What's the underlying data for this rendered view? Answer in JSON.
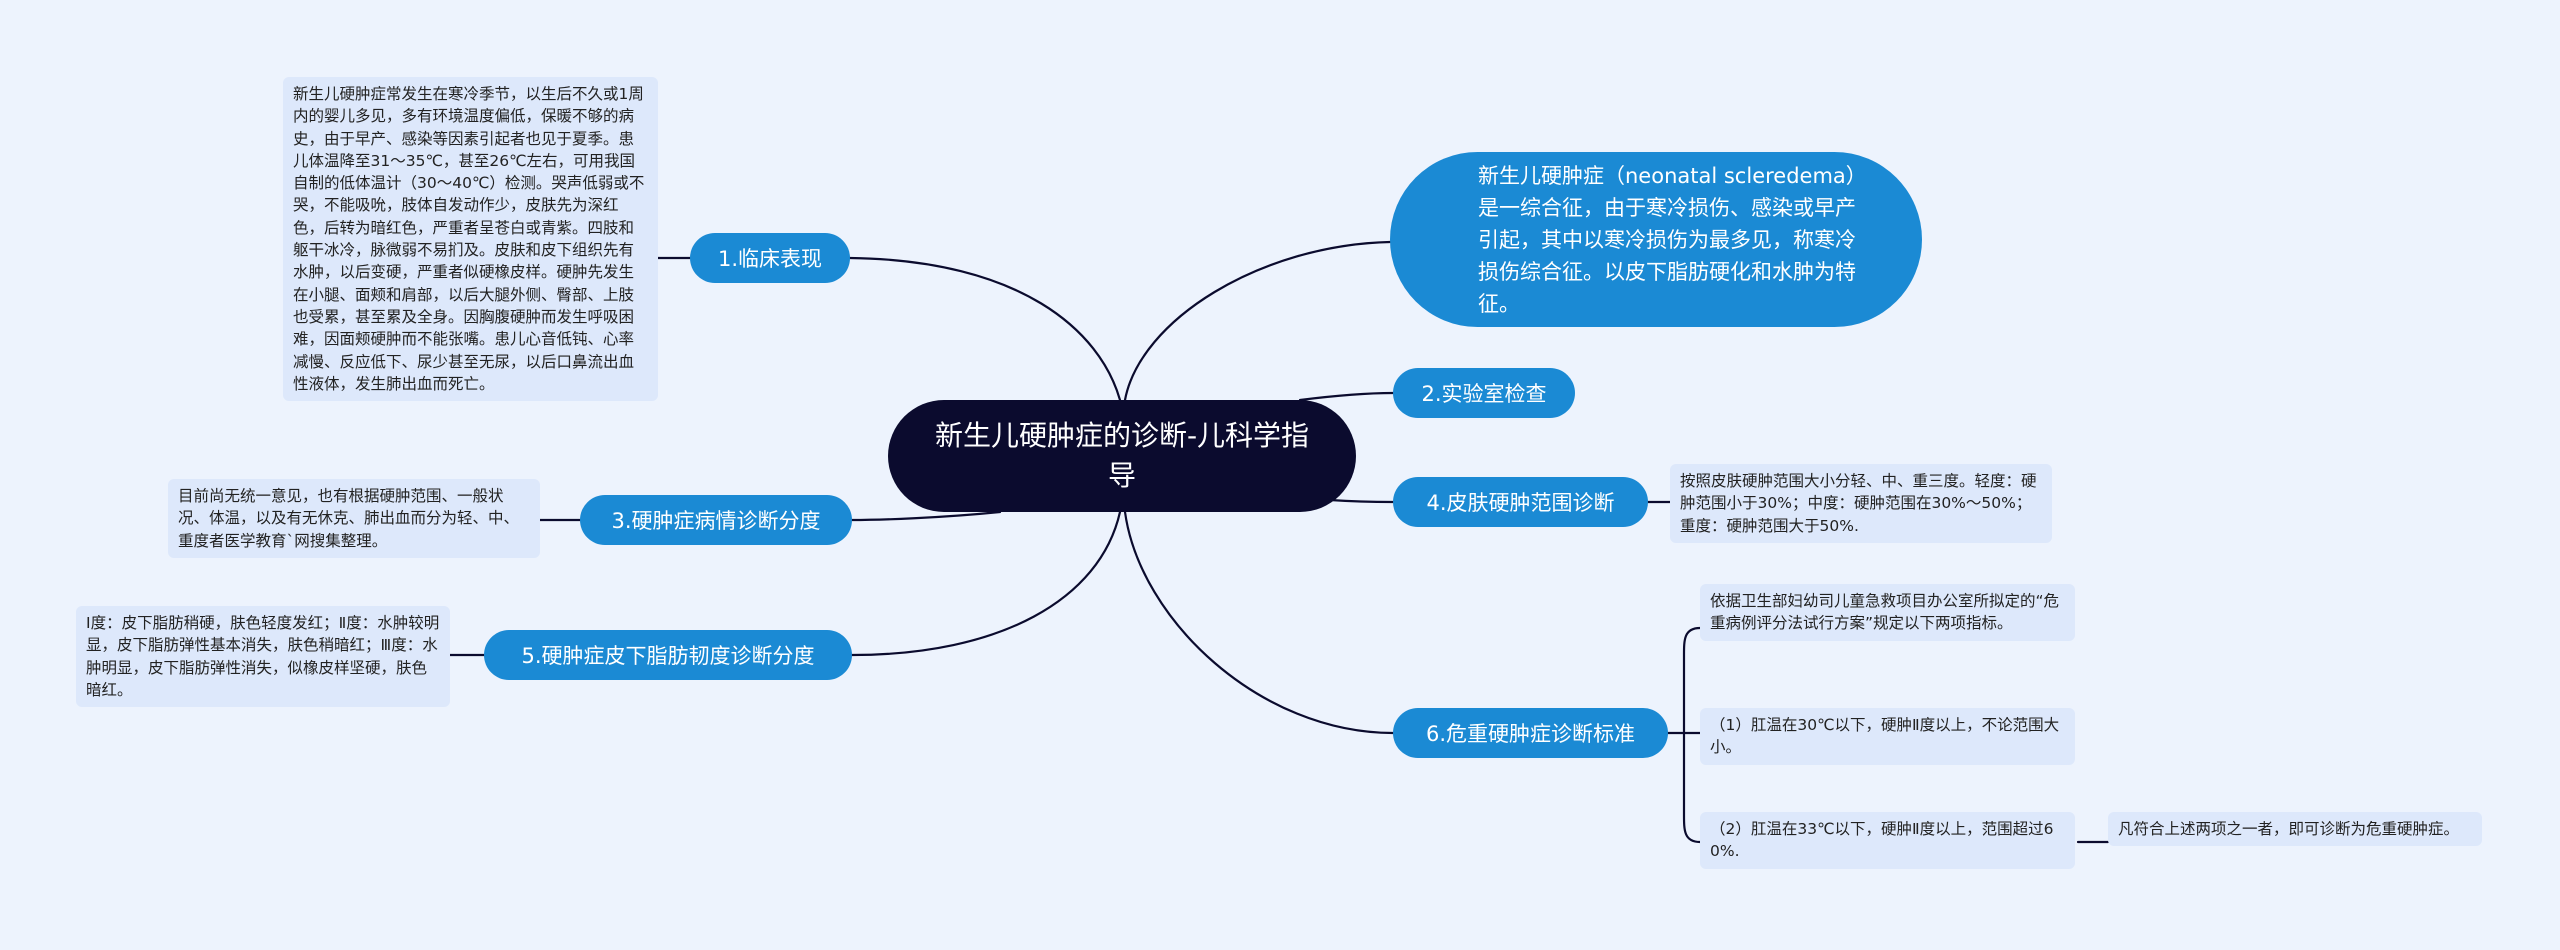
{
  "central": "新生儿硬肿症的诊断-儿科学指导",
  "summary": "新生儿硬肿症（neonatal scleredema）是一综合征，由于寒冷损伤、感染或早产引起，其中以寒冷损伤为最多见，称寒冷损伤综合征。以皮下脂肪硬化和水肿为特征。",
  "branches": {
    "clinical": "1.临床表现",
    "lab": "2.实验室检查",
    "grade": "3.硬肿症病情诊断分度",
    "skin": "4.皮肤硬肿范围诊断",
    "fat": "5.硬肿症皮下脂肪韧度诊断分度",
    "critical": "6.危重硬肿症诊断标准"
  },
  "leaves": {
    "clinical": "新生儿硬肿症常发生在寒冷季节，以生后不久或1周内的婴儿多见，多有环境温度偏低，保暖不够的病史，由于早产、感染等因素引起者也见于夏季。患儿体温降至31～35℃，甚至26℃左右，可用我国自制的低体温计（30～40℃）检测。哭声低弱或不哭，不能吸吮，肢体自发动作少，皮肤先为深红色，后转为暗红色，严重者呈苍白或青紫。四肢和躯干冰冷，脉微弱不易扪及。皮肤和皮下组织先有水肿，以后变硬，严重者似硬橡皮样。硬肿先发生在小腿、面颊和肩部，以后大腿外侧、臀部、上肢也受累，甚至累及全身。因胸腹硬肿而发生呼吸困难，因面颊硬肿而不能张嘴。患儿心音低钝、心率减慢、反应低下、尿少甚至无尿，以后口鼻流出血性液体，发生肺出血而死亡。",
    "grade": "目前尚无统一意见，也有根据硬肿范围、一般状况、体温，以及有无休克、肺出血而分为轻、中、重度者医学教育`网搜集整理。",
    "fat": "Ⅰ度：皮下脂肪稍硬，肤色轻度发红；Ⅱ度：水肿较明显，皮下脂肪弹性基本消失，肤色稍暗红；Ⅲ度：水肿明显，皮下脂肪弹性消失，似橡皮样坚硬，肤色暗红。",
    "skin": "按照皮肤硬肿范围大小分轻、中、重三度。轻度：硬肿范围小于30%；中度：硬肿范围在30%～50%；重度：硬肿范围大于50%.",
    "critical_intro": "依据卫生部妇幼司儿童急救项目办公室所拟定的“危重病例评分法试行方案”规定以下两项指标。",
    "critical_1": "（1）肛温在30℃以下，硬肿Ⅱ度以上，不论范围大小。",
    "critical_2": "（2）肛温在33℃以下，硬肿Ⅱ度以上，范围超过60%.",
    "critical_conclusion": "凡符合上述两项之一者，即可诊断为危重硬肿症。"
  },
  "colors": {
    "background": "#edf3fd",
    "central": "#0b0b2e",
    "branch": "#1b8ad4",
    "leaf": "#dde8fb",
    "line": "#0b0b2e"
  }
}
